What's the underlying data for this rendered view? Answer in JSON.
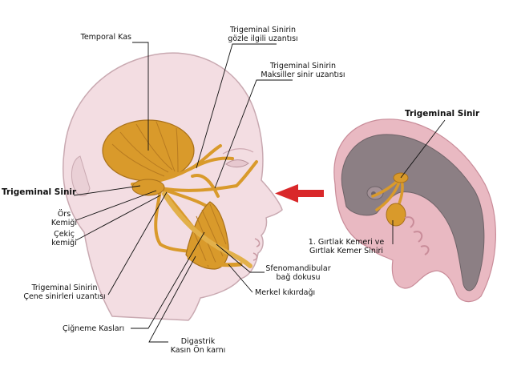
{
  "labels": {
    "temporal_kas": "Temporal Kas",
    "gozle_uzanti": "Trigeminal Sinirin\ngözle ilgili uzantısı",
    "maksiller": "Trigeminal Sinirin\nMaksiller sinir uzantısı",
    "trigeminal_sinir_left": "Trigeminal Sinir",
    "ors_kemigi": "Örs\nKemiği",
    "cekic_kemigi": "Çekiç\nkemiği",
    "cene_uzanti": "Trigeminal Sinirin\nÇene sinirleri uzantısı",
    "cigneme": "Çiğneme Kasları",
    "digastrik": "Digastrik\nKasın Ön karnı",
    "sfenomandibular": "Sfenomandibular\nbağ dokusu",
    "merkel": "Merkel kıkırdağı",
    "girtlak": "1. Gırtlak Kemeri ve\nGırtlak Kemer Siniri",
    "trigeminal_sinir_right": "Trigeminal Sinir"
  },
  "colors": {
    "skin": "#f3dde2",
    "skin_edge": "#c9a9b1",
    "nerve": "#d99a2b",
    "nerve_dark": "#a8701a",
    "embryo_gray": "#8c7f84",
    "embryo_pink": "#e9b9c2",
    "arrow": "#d9282a"
  }
}
